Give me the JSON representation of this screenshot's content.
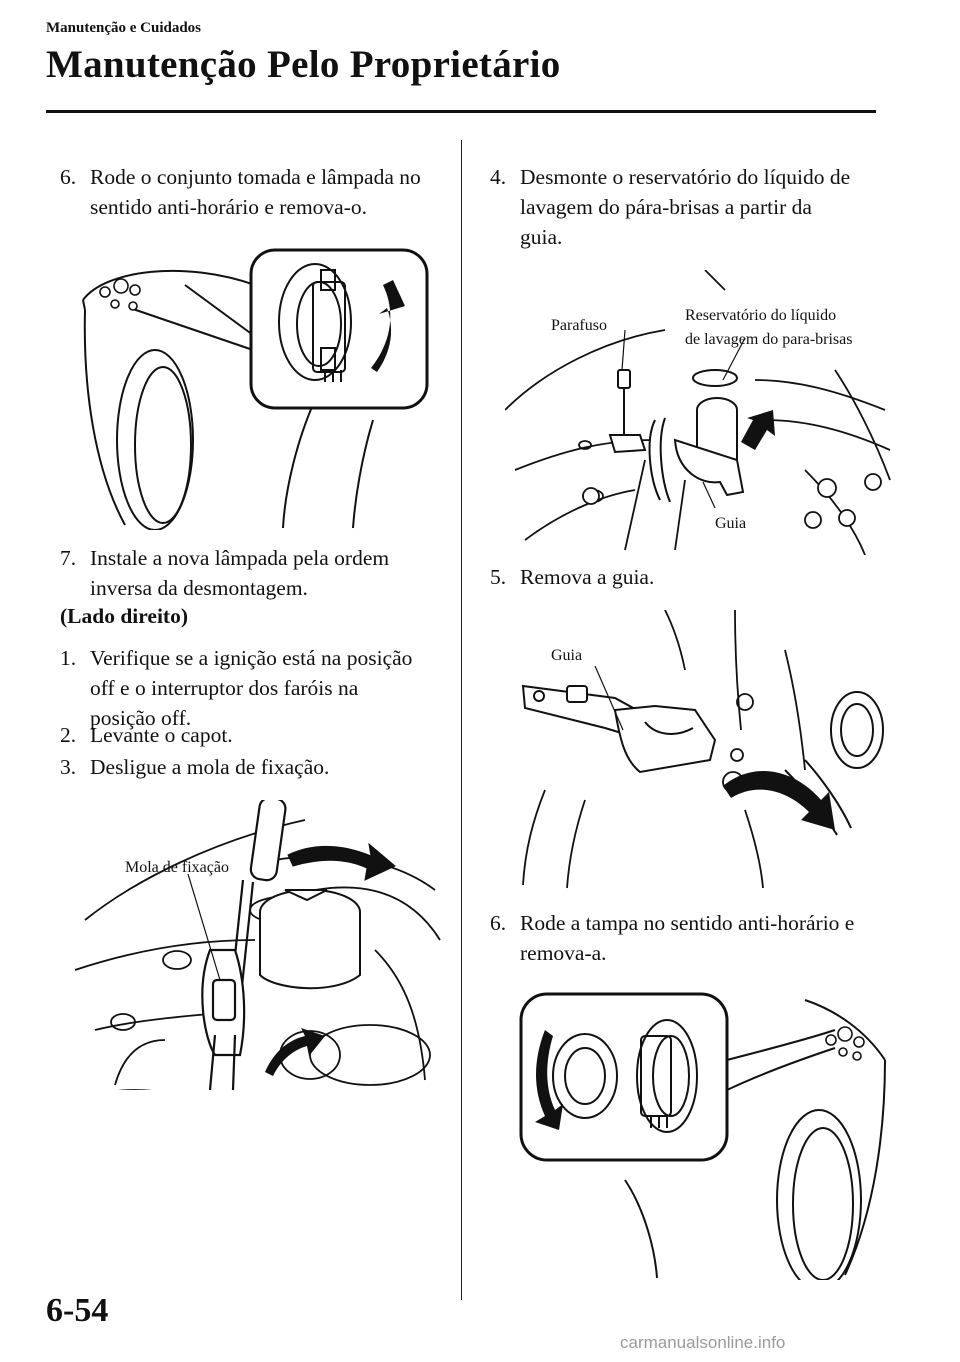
{
  "header": {
    "section": "Manutenção e Cuidados",
    "title": "Manutenção Pelo Proprietário"
  },
  "left_column": {
    "step6": {
      "num": "6.",
      "line1": "Rode o conjunto tomada e lâmpada no",
      "line2": "sentido anti-horário e remova-o."
    },
    "step7": {
      "num": "7.",
      "line1": "Instale a nova lâmpada pela ordem",
      "line2": "inversa da desmontagem."
    },
    "subheading": "(Lado direito)",
    "step1": {
      "num": "1.",
      "line1": "Verifique se a ignição está na posição",
      "line2": "off e o interruptor dos faróis na",
      "line3": "posição off."
    },
    "step2": {
      "num": "2.",
      "line1": "Levante o capot."
    },
    "step3": {
      "num": "3.",
      "line1": "Desligue a mola de fixação."
    },
    "fig_clip_label": "Mola de fixação"
  },
  "right_column": {
    "step4": {
      "num": "4.",
      "line1": "Desmonte o reservatório do líquido de",
      "line2": "lavagem do pára-brisas a partir da",
      "line3": "guia."
    },
    "fig_reservoir": {
      "label_bolt": "Parafuso",
      "label_res1": "Reservatório do líquido",
      "label_res2": "de lavagem do para-brisas",
      "label_guide": "Guia"
    },
    "step5": {
      "num": "5.",
      "line1": "Remova a guia."
    },
    "fig_guide_label": "Guia",
    "step6": {
      "num": "6.",
      "line1": "Rode a tampa no sentido anti-horário e",
      "line2": "remova-a."
    }
  },
  "footer": {
    "page_number": "6-54",
    "watermark": "carmanualsonline.info"
  }
}
